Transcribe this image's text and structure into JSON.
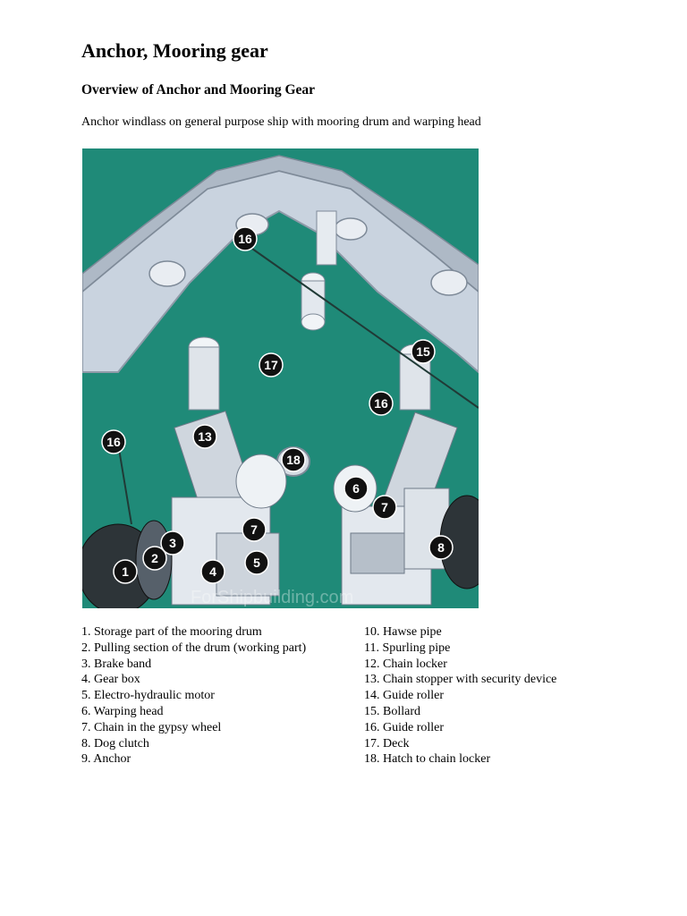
{
  "title": "Anchor, Mooring gear",
  "subtitle": "Overview of Anchor and Mooring Gear",
  "intro": "Anchor windlass on general purpose ship with mooring drum and warping head",
  "figure": {
    "watermark": "ForShipbuilding.com",
    "colors": {
      "deck": "#1f8a78",
      "bulwark": "#c9d3df",
      "machinery": "#dfe4ea",
      "badge": "#111111"
    },
    "badges": [
      "16",
      "17",
      "15",
      "16",
      "16",
      "13",
      "18",
      "6",
      "7",
      "7",
      "3",
      "2",
      "1",
      "4",
      "5",
      "8"
    ]
  },
  "legend_left": [
    "1.  Storage part of the mooring drum",
    "2. Pulling section of the drum (working part)",
    "3. Brake band",
    "4. Gear box",
    "5. Electro-hydraulic motor",
    "6. Warping head",
    "7. Chain in the gypsy wheel",
    "8. Dog clutch",
    "9. Anchor"
  ],
  "legend_right": [
    "10. Hawse pipe",
    "11. Spurling pipe",
    "12. Chain locker",
    "13. Chain stopper with security device",
    "14. Guide roller",
    "15. Bollard",
    "16. Guide roller",
    "17. Deck",
    "18. Hatch to chain locker"
  ]
}
